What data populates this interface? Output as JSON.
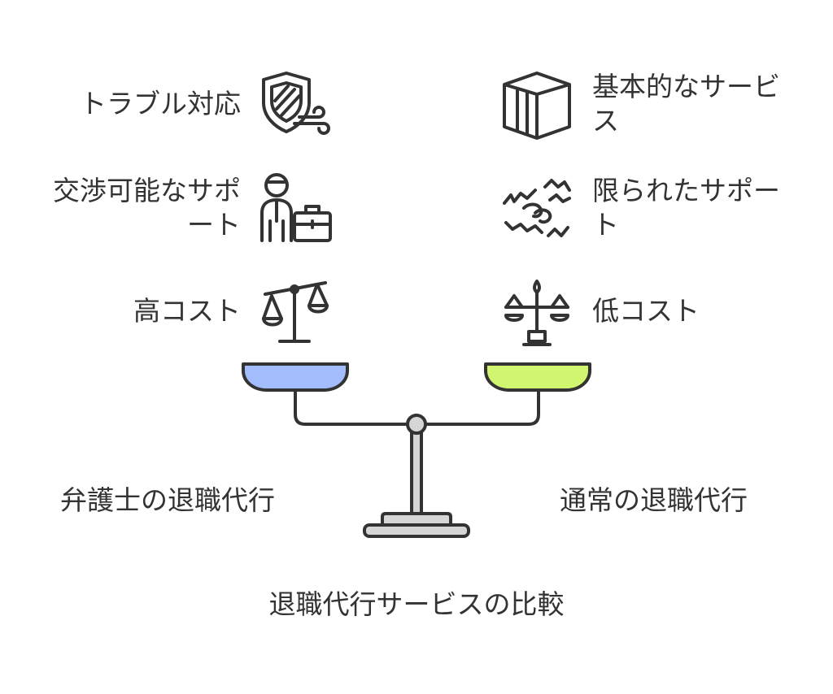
{
  "title": "退職代行サービスの比較",
  "left": {
    "name": "弁護士の退職代行",
    "pan_color": "#a3bdfc",
    "features": [
      {
        "label": "トラブル対応",
        "icon": "shield-wind-icon"
      },
      {
        "label": "交渉可能なサポート",
        "icon": "businessman-briefcase-icon"
      },
      {
        "label": "高コスト",
        "icon": "tilted-scale-icon"
      }
    ]
  },
  "right": {
    "name": "通常の退職代行",
    "pan_color": "#d1f56f",
    "features": [
      {
        "label": "基本的なサービス",
        "icon": "box-icon"
      },
      {
        "label": "限られたサポート",
        "icon": "handshake-icon"
      },
      {
        "label": "低コスト",
        "icon": "balanced-scale-icon"
      }
    ]
  }
}
